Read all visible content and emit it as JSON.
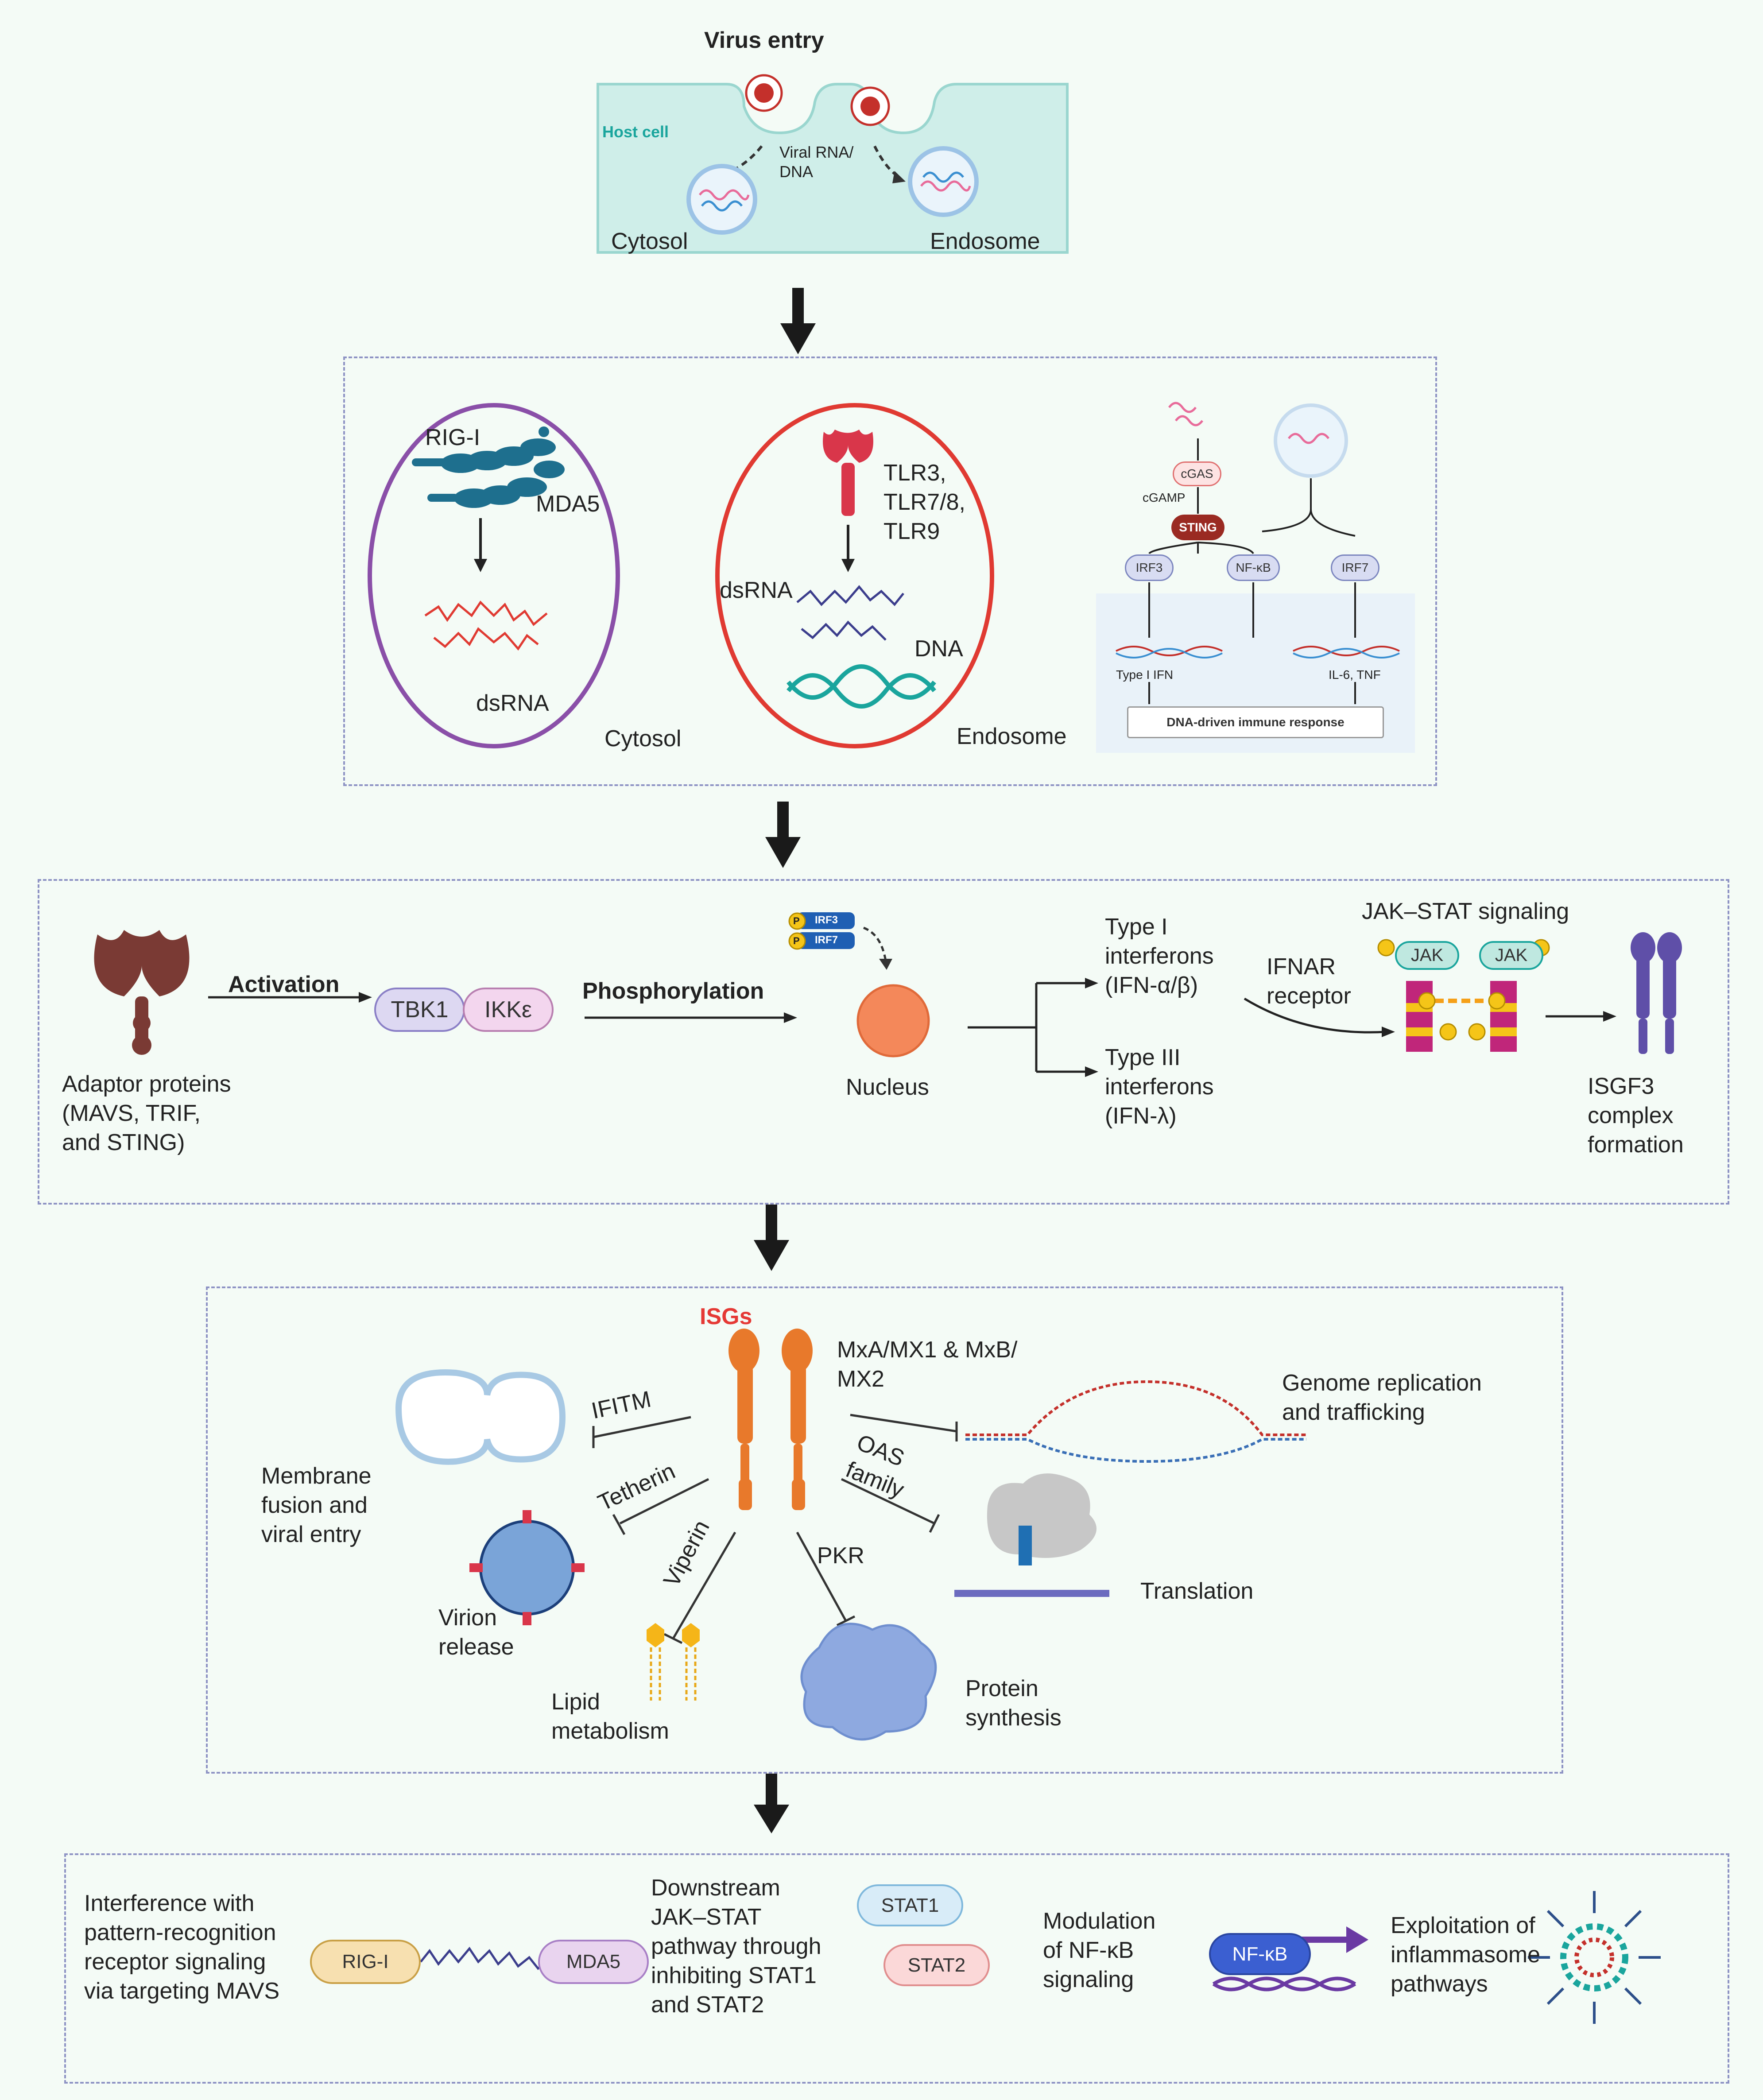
{
  "colors": {
    "background": "#f4fbf6",
    "panel_border": "#8e93c4",
    "host_cell": "#cfeee9",
    "host_cell_label": "#1aa59d",
    "cytosol_ring": "#8a4fa8",
    "endosome_ring": "#e03a32",
    "isgs": "#e53935",
    "receptor_orange": "#e8792b",
    "nucleus": "#f4885a"
  },
  "top": {
    "title": "Virus entry",
    "host_cell": "Host cell",
    "viral_rna": "Viral RNA/\nDNA",
    "cytosol": "Cytosol",
    "endosome": "Endosome"
  },
  "recognition": {
    "rig_i": "RIG-I",
    "mda5": "MDA5",
    "dsrna_cytosol": "dsRNA",
    "cytosol": "Cytosol",
    "tlr": "TLR3,\nTLR7/8,\nTLR9",
    "dsrna_endo": "dsRNA",
    "dna": "DNA",
    "endosome": "Endosome",
    "cgas": "cGAS",
    "cgamp": "cGAMP",
    "sting": "STING",
    "irf3": "IRF3",
    "nfkb": "NF-κB",
    "irf7": "IRF7",
    "type1_ifn": "Type I IFN",
    "il6_tnf": "IL-6, TNF",
    "dna_response": "DNA-driven immune response"
  },
  "signaling": {
    "adaptors": "Adaptor proteins\n(MAVS, TRIF,\nand STING)",
    "activation": "Activation",
    "tbk1": "TBK1",
    "ikke": "IKKε",
    "phosphorylation": "Phosphorylation",
    "irf3": "IRF3",
    "irf7": "IRF7",
    "p": "P",
    "nucleus": "Nucleus",
    "type1": "Type I\ninterferons\n(IFN-α/β)",
    "type3": "Type III\ninterferons\n(IFN-λ)",
    "ifnar": "IFNAR\nreceptor",
    "jak_stat": "JAK–STAT signaling",
    "jak": "JAK",
    "isgf3": "ISGF3\ncomplex\nformation"
  },
  "isgs": {
    "title": "ISGs",
    "mx": "MxA/MX1 & MxB/\nMX2",
    "genome": "Genome replication\nand trafficking",
    "ifitm": "IFITM",
    "membrane": "Membrane\nfusion and\nviral entry",
    "tetherin": "Tetherin",
    "oas": "OAS\nfamily",
    "translation": "Translation",
    "viperin": "Viperin",
    "pkr": "PKR",
    "virion": "Virion\nrelease",
    "lipid": "Lipid\nmetabolism",
    "protein": "Protein\nsynthesis"
  },
  "evasion": {
    "interference": "Interference with\npattern-recognition\nreceptor signaling\nvia targeting MAVS",
    "rig_i": "RIG-I",
    "mda5": "MDA5",
    "downstream": "Downstream\nJAK–STAT\npathway through\ninhibiting STAT1\nand STAT2",
    "stat1": "STAT1",
    "stat2": "STAT2",
    "nfkb_mod": "Modulation\nof NF-κB\nsignaling",
    "nfkb": "NF-κB",
    "inflammasome": "Exploitation of\ninflammasome\npathways"
  }
}
